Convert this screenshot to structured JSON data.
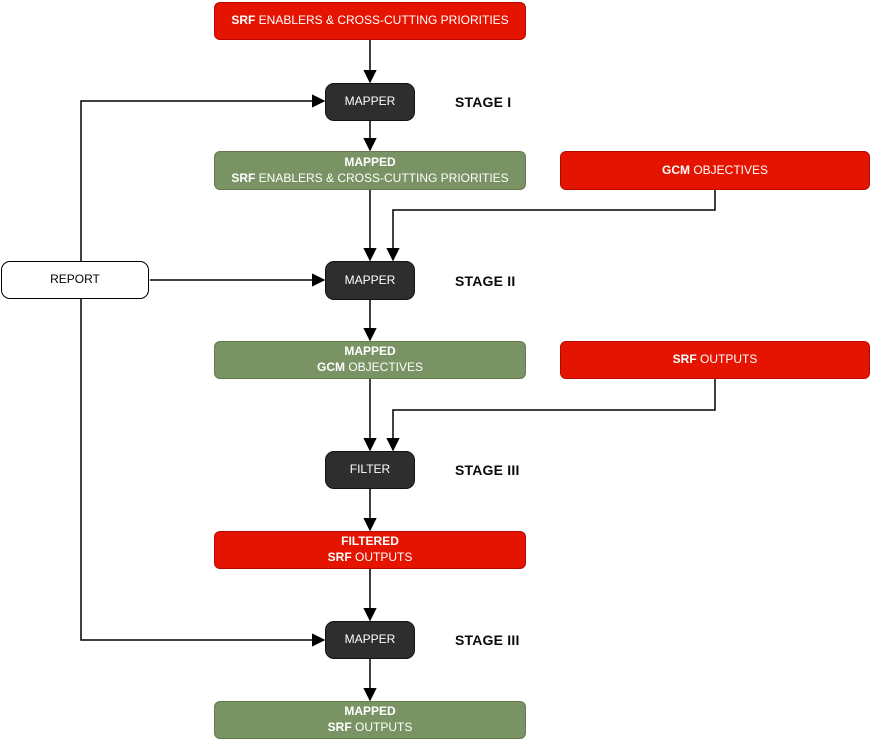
{
  "diagram": {
    "colors": {
      "node_red": "#e51400",
      "node_red_border": "#b80900",
      "node_green": "#7a9364",
      "node_green_border": "#66794e",
      "node_dark": "#2e2e2e",
      "report_bg": "#ffffff",
      "line": "#000000"
    },
    "nodes": {
      "srf_enablers": {
        "bold": "SRF",
        "rest": " ENABLERS & CROSS-CUTTING PRIORITIES"
      },
      "mapper1": {
        "label": "MAPPER"
      },
      "stage1": {
        "label": "STAGE I"
      },
      "mapped_enablers": {
        "line1": "MAPPED",
        "bold": "SRF",
        "rest": " ENABLERS & CROSS-CUTTING PRIORITIES"
      },
      "gcm_objectives": {
        "bold": "GCM",
        "rest": " OBJECTIVES"
      },
      "report": {
        "label": "REPORT"
      },
      "mapper2": {
        "label": "MAPPER"
      },
      "stage2": {
        "label": "STAGE II"
      },
      "mapped_gcm": {
        "line1": "MAPPED",
        "bold": "GCM",
        "rest": " OBJECTIVES"
      },
      "srf_outputs": {
        "bold": "SRF",
        "rest": " OUTPUTS"
      },
      "filter": {
        "label": "FILTER"
      },
      "stage3a": {
        "label": "STAGE III"
      },
      "filtered_outputs": {
        "line1": "FILTERED",
        "bold": "SRF",
        "rest": " OUTPUTS"
      },
      "mapper3": {
        "label": "MAPPER"
      },
      "stage3b": {
        "label": "STAGE III"
      },
      "mapped_outputs": {
        "line1": "MAPPED",
        "bold": "SRF",
        "rest": " OUTPUTS"
      }
    }
  }
}
